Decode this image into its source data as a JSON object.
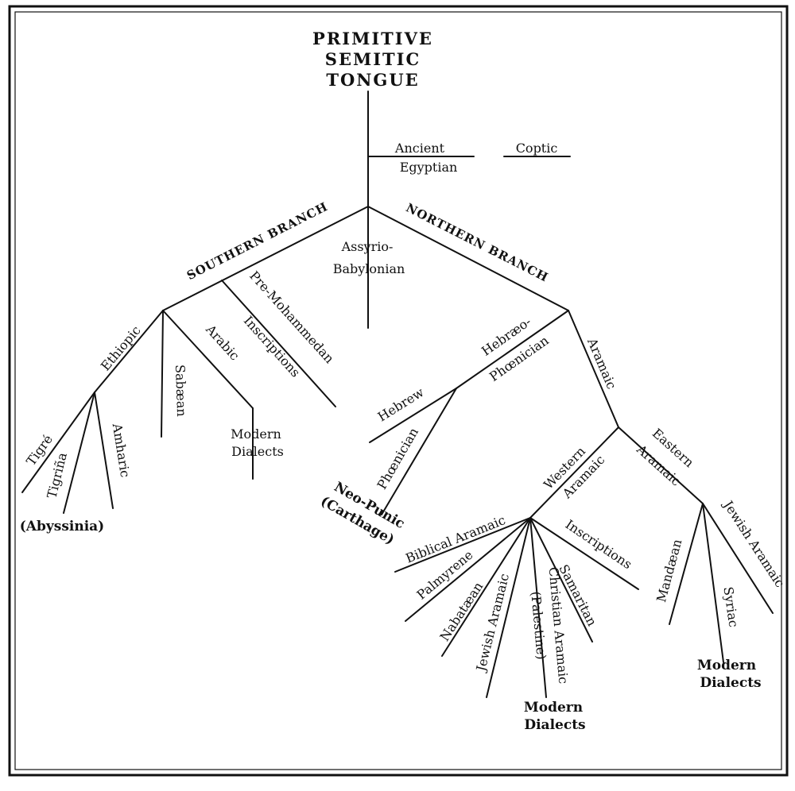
{
  "diagram": {
    "root": [
      "PRIMITIVE",
      "SEMITIC",
      "TONGUE"
    ],
    "ancient_egyptian": [
      "Ancient",
      "Egyptian"
    ],
    "coptic": "Coptic",
    "southern_branch": "SOUTHERN BRANCH",
    "northern_branch": "NORTHERN BRANCH",
    "assyrio_babylonian": [
      "Assyrio-",
      "Babylonian"
    ],
    "southern": {
      "ethiopic": "Ethiopic",
      "sabaean": "Sabæan",
      "arabic": "Arabic",
      "pre_mohammedan": [
        "Pre-Mohammedan",
        "Inscriptions"
      ],
      "arabic_modern": [
        "Modern",
        "Dialects"
      ],
      "tigre": "Tigré",
      "tigrina": "Tigriña",
      "amharic": "Amharic",
      "abyssinia": "(Abyssinia)"
    },
    "northern": {
      "hebraeo_phoenician": [
        "Hebræo-",
        "Phœnician"
      ],
      "aramaic": "Aramaic",
      "hebrew": "Hebrew",
      "phoenician": "Phœnician",
      "neo_punic": [
        "Neo-Punic",
        "(Carthage)"
      ],
      "western_aramaic": [
        "Western",
        "Aramaic"
      ],
      "eastern_aramaic": [
        "Eastern",
        "Aramaic"
      ],
      "biblical_aramaic": "Biblical Aramaic",
      "palmyrene": "Palmyrene",
      "nabataean": "Nabatæan",
      "jewish_aramaic_w": "Jewish Aramaic",
      "christian_aramaic": [
        "Christian Aramaic",
        "(Palestine)"
      ],
      "samaritan": "Samaritan",
      "inscriptions": "Inscriptions",
      "western_modern": [
        "Modern",
        "Dialects"
      ],
      "mandaean": "Mandæan",
      "syriac": "Syriac",
      "jewish_aramaic_e": "Jewish Aramaic",
      "eastern_modern": [
        "Modern",
        "Dialects"
      ]
    }
  }
}
